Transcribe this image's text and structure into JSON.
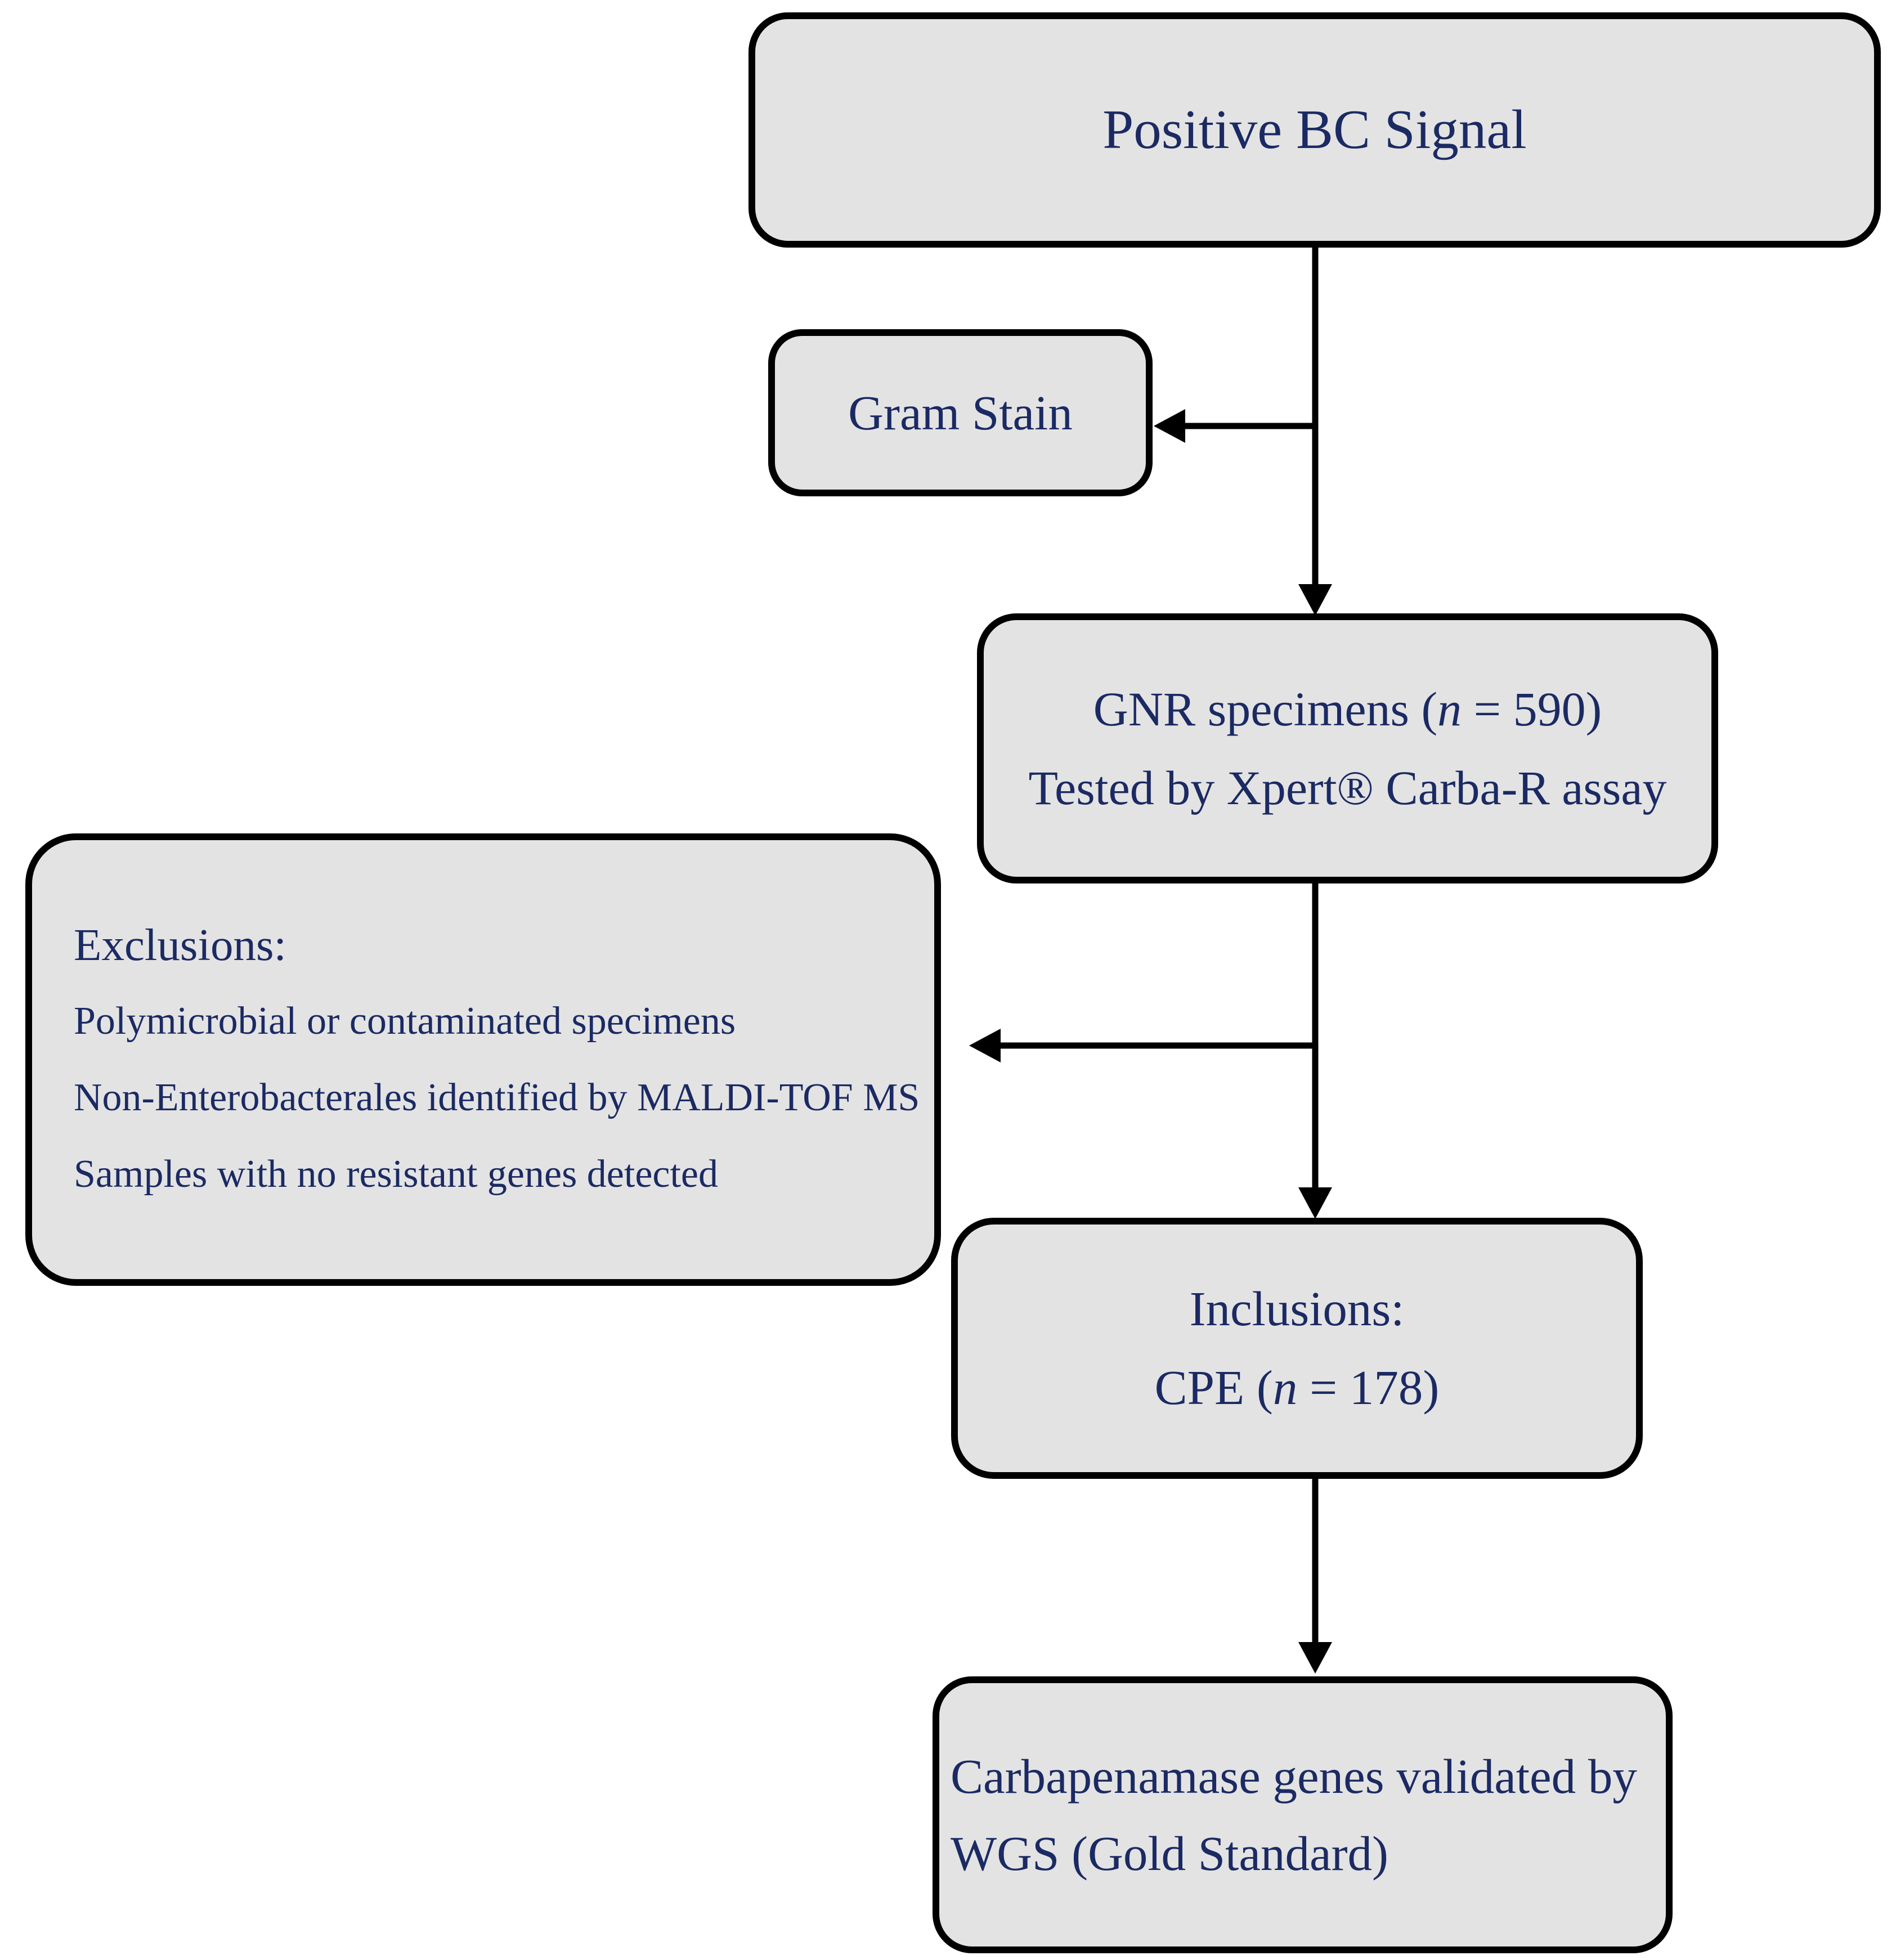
{
  "colors": {
    "node_fill": "#e3e3e3",
    "node_border": "#000000",
    "text": "#1b2a63",
    "connector": "#000000",
    "background": "#ffffff"
  },
  "nodes": {
    "positive_bc": {
      "label": "Positive BC Signal"
    },
    "gram_stain": {
      "label": "Gram Stain"
    },
    "gnr": {
      "line1_pre": "GNR specimens (",
      "line1_var": "n",
      "line1_post": " = 590)",
      "line2": "Tested by Xpert® Carba-R assay"
    },
    "exclusions": {
      "heading": "Exclusions:",
      "items": [
        "Polymicrobial or contaminated specimens",
        "Non-Enterobacterales identified by MALDI-TOF MS",
        "Samples with no resistant genes detected"
      ]
    },
    "inclusions": {
      "line1": "Inclusions:",
      "line2_pre": "CPE (",
      "line2_var": "n",
      "line2_post": " = 178)"
    },
    "wgs": {
      "line1": "Carbapenamase genes validated by",
      "line2": "WGS (Gold Standard)"
    }
  }
}
